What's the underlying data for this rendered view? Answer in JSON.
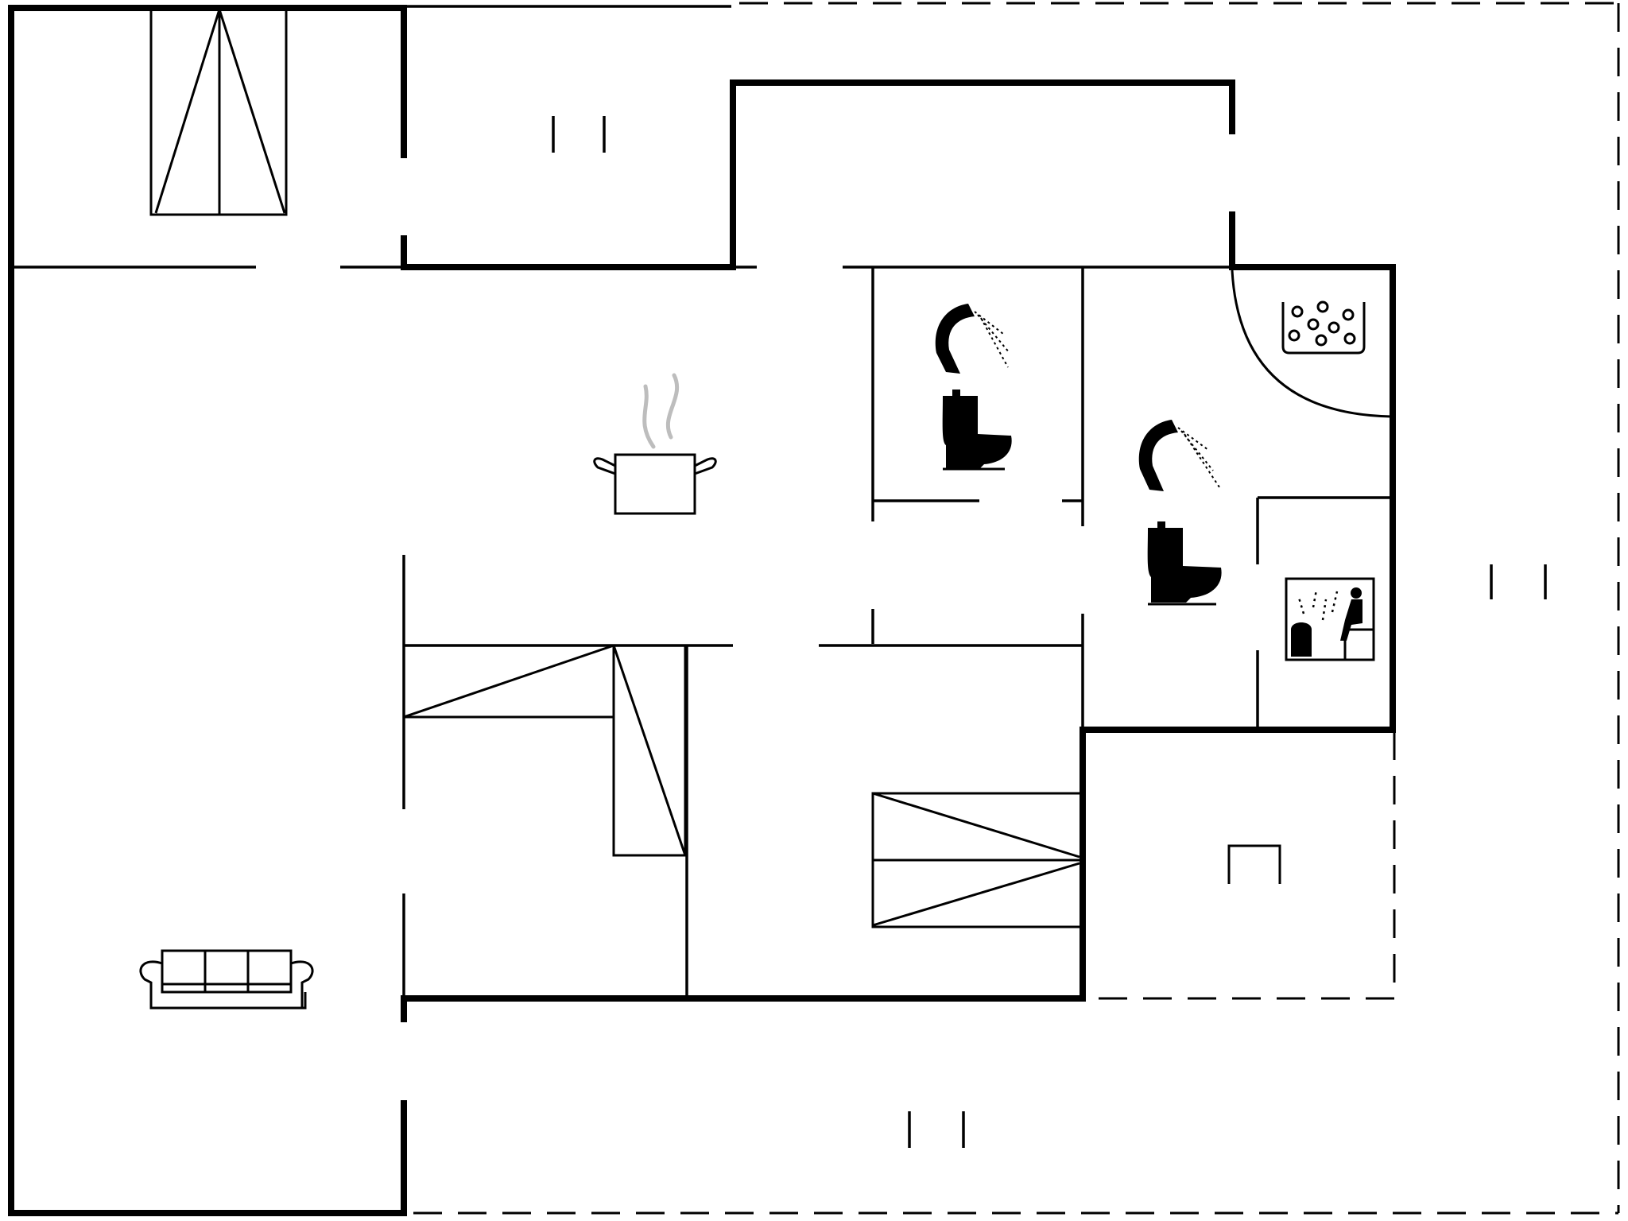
{
  "diagram": {
    "type": "floor-plan",
    "background": "#ffffff",
    "line_color": "#000000",
    "steam_color": "#bdbdbd",
    "symbols": [
      {
        "id": "stairs-top",
        "icon": "stairs"
      },
      {
        "id": "stove",
        "icon": "cooking-pot-icon"
      },
      {
        "id": "shower-1",
        "icon": "shower-icon"
      },
      {
        "id": "toilet-1",
        "icon": "toilet-icon"
      },
      {
        "id": "whirlpool",
        "icon": "whirlpool-icon"
      },
      {
        "id": "shower-2",
        "icon": "shower-icon"
      },
      {
        "id": "toilet-2",
        "icon": "toilet-icon"
      },
      {
        "id": "sauna",
        "icon": "sauna-icon"
      },
      {
        "id": "sofa",
        "icon": "sofa-icon"
      },
      {
        "id": "bunk-bed",
        "icon": "bunk-bed"
      },
      {
        "id": "double-bed",
        "icon": "double-bed"
      },
      {
        "id": "single-bed",
        "icon": "single-bed"
      }
    ]
  }
}
